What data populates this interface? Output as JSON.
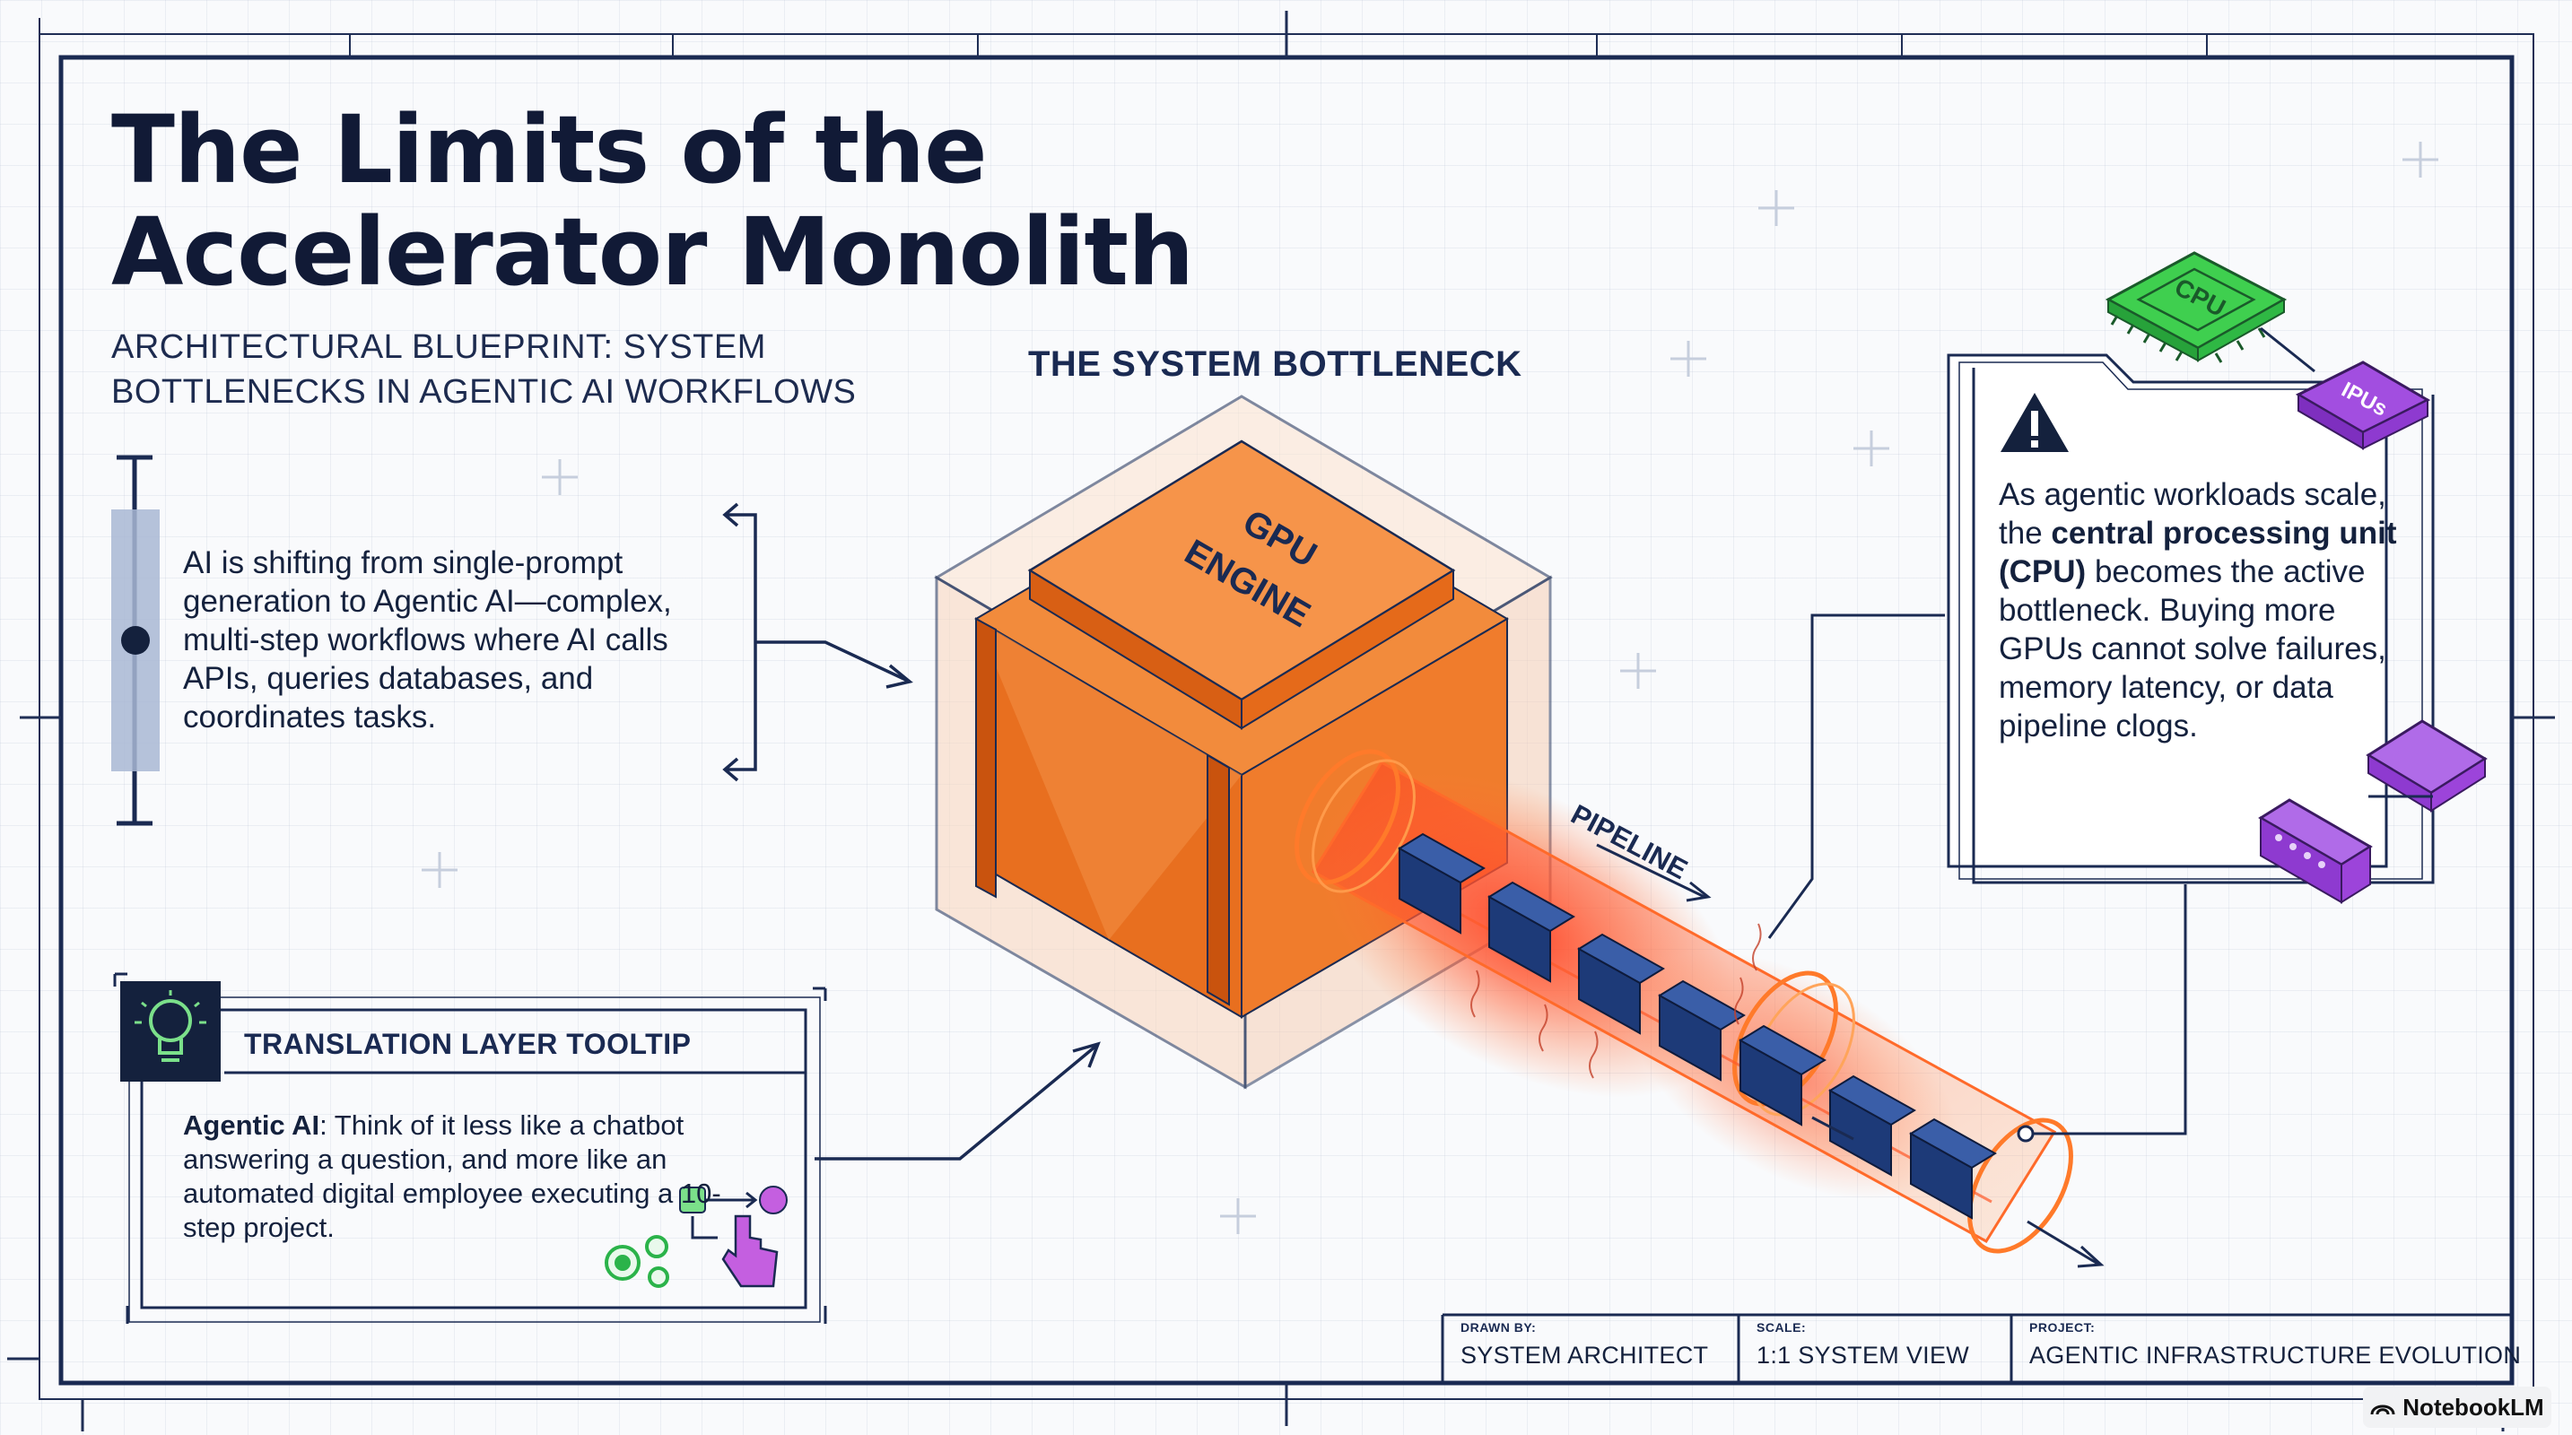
{
  "header": {
    "title_line1": "The Limits of the",
    "title_line2": "Accelerator Monolith",
    "subtitle_line1": "ARCHITECTURAL BLUEPRINT: SYSTEM",
    "subtitle_line2": "BOTTLENECKS IN AGENTIC AI WORKFLOWS"
  },
  "intro": {
    "text": "AI is shifting from single-prompt generation to Agentic AI—complex, multi-step workflows where AI calls APIs, queries databases, and coordinates tasks."
  },
  "diagram": {
    "bottleneck_label": "THE SYSTEM BOTTLENECK",
    "gpu_label_line1": "GPU",
    "gpu_label_line2": "ENGINE",
    "pipeline_label": "PIPELINE",
    "cpu_chip_label": "CPU",
    "ipu_chip_label": "IPUs"
  },
  "tooltip": {
    "title": "TRANSLATION LAYER TOOLTIP",
    "term": "Agentic AI",
    "text": ": Think of it less like a chatbot answering a question, and more like an automated digital employee executing a 10-step project."
  },
  "warning": {
    "text_before": "As agentic workloads scale, the ",
    "text_bold": "central processing unit (CPU)",
    "text_after": " becomes the active bottleneck. Buying more GPUs cannot solve failures, memory latency, or data pipeline clogs."
  },
  "title_block": {
    "drawn_by_label": "DRAWN BY:",
    "drawn_by_value": "SYSTEM ARCHITECT",
    "scale_label": "SCALE:",
    "scale_value": "1:1 SYSTEM VIEW",
    "project_label": "PROJECT:",
    "project_value": "AGENTIC INFRASTRUCTURE EVOLUTION"
  },
  "brand": {
    "label": "NotebookLM"
  },
  "colors": {
    "navy": "#1a2a52",
    "gpu_orange": "#ee7a2a",
    "pipeline_red": "#ff3b1f",
    "cpu_green": "#3fcf4f",
    "ipu_purple": "#a24ee0",
    "highlight_blue": "#a9b7d3"
  },
  "icons": [
    "lightbulb-icon",
    "warning-icon",
    "gear-icon",
    "cursor-hand-icon",
    "notebooklm-icon"
  ]
}
